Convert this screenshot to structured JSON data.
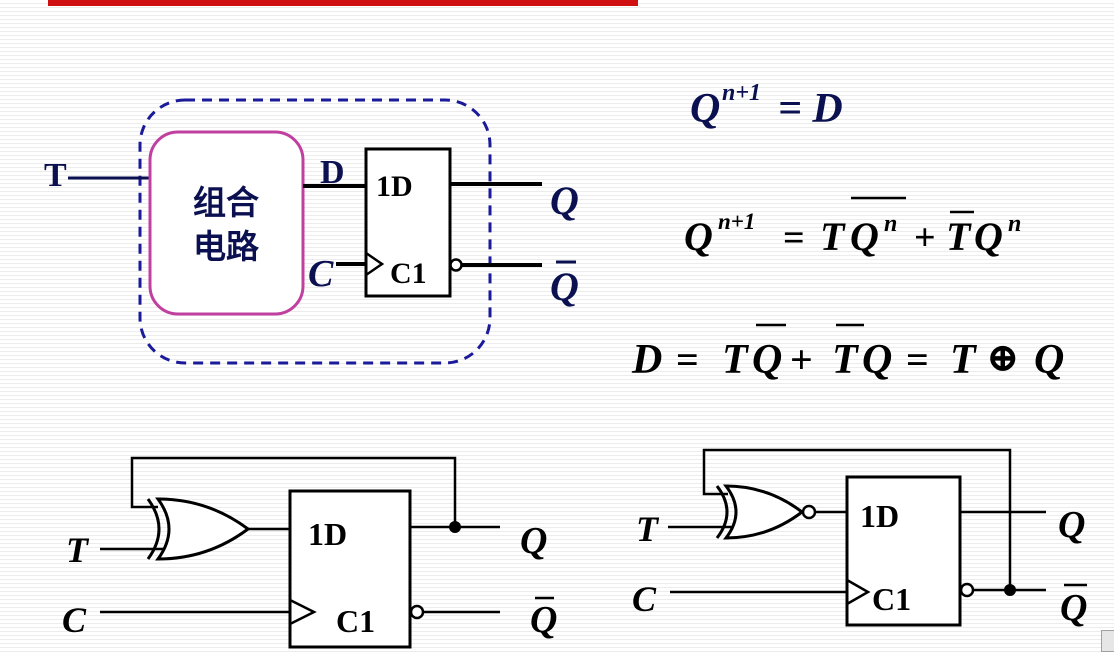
{
  "colors": {
    "title_bar": "#d01010",
    "navy": "#0b1150",
    "dashed_border": "#1a1a9a",
    "combo_box": "#c040a0"
  },
  "top_diagram": {
    "input_T": "T",
    "combo_label_line1": "组合",
    "combo_label_line2": "电路",
    "signal_D": "D",
    "clock_C": "C",
    "ff_label_1D": "1D",
    "ff_label_C1": "C1",
    "out_Q": "Q",
    "out_Qbar": "Q"
  },
  "equations": {
    "eq1_Q": "Q",
    "eq1_sup": "n+1",
    "eq1_rhs": "= D",
    "eq2_Q": "Q",
    "eq2_sup": "n+1",
    "eq2_eq": "=",
    "eq2_T1": "T",
    "eq2_Q1": "Q",
    "eq2_n1": "n",
    "eq2_plus": "+",
    "eq2_T2": "T",
    "eq2_Q2": "Q",
    "eq2_n2": "n",
    "eq3_D": "D",
    "eq3_eq1": "=",
    "eq3_T1": "T",
    "eq3_Q1": "Q",
    "eq3_plus": "+",
    "eq3_T2": "T",
    "eq3_Q2": "Q",
    "eq3_eq2": "=",
    "eq3_T3": "T",
    "eq3_xor": "⊕",
    "eq3_Q3": "Q"
  },
  "bottom_left_circuit": {
    "input_T": "T",
    "clock_C": "C",
    "ff_label_1D": "1D",
    "ff_label_C1": "C1",
    "out_Q": "Q",
    "out_Qbar": "Q"
  },
  "bottom_right_circuit": {
    "input_T": "T",
    "clock_C": "C",
    "ff_label_1D": "1D",
    "ff_label_C1": "C1",
    "out_Q": "Q",
    "out_Qbar": "Q"
  }
}
